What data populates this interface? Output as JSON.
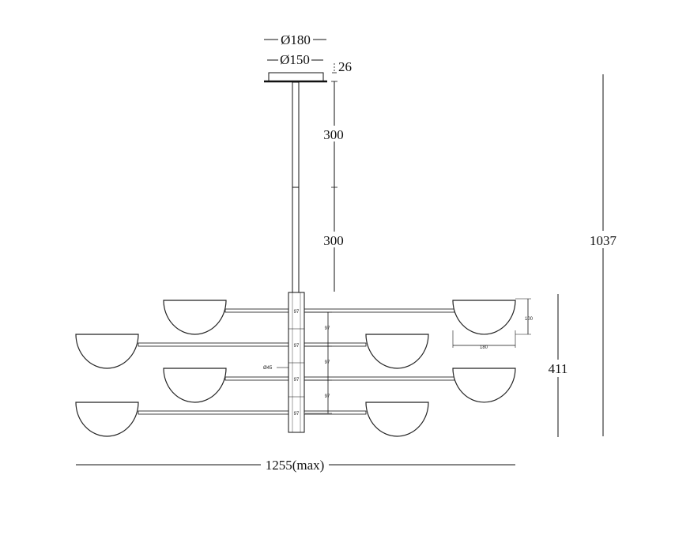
{
  "dimensions": {
    "canopy_outer_diameter": "Ø180",
    "canopy_inner_diameter": "Ø150",
    "canopy_height": "26",
    "rod_upper": "300",
    "rod_lower": "300",
    "total_height": "1037",
    "cluster_height": "411",
    "total_width": "1255(max)",
    "shade_height": "100",
    "shade_width": "180",
    "tier_spacing": "97",
    "hub_diameter": "Ø45"
  }
}
